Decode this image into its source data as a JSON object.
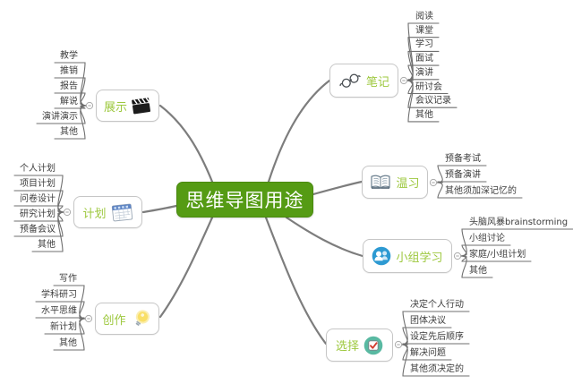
{
  "title": "思维导图用途",
  "palette": {
    "background": "#ffffff",
    "center_fill": "#559b14",
    "center_text": "#ffffff",
    "branch_text": "#9dc83e",
    "node_border": "#c6c6c6",
    "branch_line": "#7d7d7d",
    "leaf_line": "#6f6f6f",
    "leaf_text": "#3c3c3c",
    "group_icon_blue": "#2d9ad2",
    "check_icon_teal": "#59b9a2",
    "check_mark_red": "#d23b2f",
    "bulb_yellow": "#f9df67",
    "calendar_blue": "#5f85c4"
  },
  "center": {
    "label": "思维导图用途"
  },
  "branches": [
    {
      "id": "zhanshi",
      "label": "展示",
      "icon": "clapperboard-icon",
      "icon_side": "right",
      "children": [
        "教学",
        "推销",
        "报告",
        "解说",
        "演讲演示",
        "其他"
      ]
    },
    {
      "id": "biji",
      "label": "笔记",
      "icon": "glasses-icon",
      "icon_side": "left",
      "children": [
        "阅读",
        "课堂",
        "学习",
        "面试",
        "演讲",
        "研讨会",
        "会议记录",
        "其他"
      ]
    },
    {
      "id": "wenxi",
      "label": "温习",
      "icon": "open-book-icon",
      "icon_side": "left",
      "children": [
        "预备考试",
        "预备演讲",
        "其他须加深记忆的"
      ]
    },
    {
      "id": "jihua",
      "label": "计划",
      "icon": "calendar-icon",
      "icon_side": "right",
      "children": [
        "个人计划",
        "项目计划",
        "问卷设计",
        "研究计划",
        "预备会议",
        "其他"
      ]
    },
    {
      "id": "xiaozu",
      "label": "小组学习",
      "icon": "group-icon",
      "icon_side": "left",
      "children": [
        "头脑风暴brainstorming",
        "小组讨论",
        "家庭/小组计划",
        "其他"
      ]
    },
    {
      "id": "chuangzuo",
      "label": "创作",
      "icon": "lightbulb-icon",
      "icon_side": "right",
      "children": [
        "写作",
        "学科研习",
        "水平思维",
        "新计划",
        "其他"
      ]
    },
    {
      "id": "xuanze",
      "label": "选择",
      "icon": "checkbox-icon",
      "icon_side": "right",
      "children": [
        "决定个人行动",
        "团体决议",
        "设定先后顺序",
        "解决问题",
        "其他须决定的"
      ]
    }
  ]
}
